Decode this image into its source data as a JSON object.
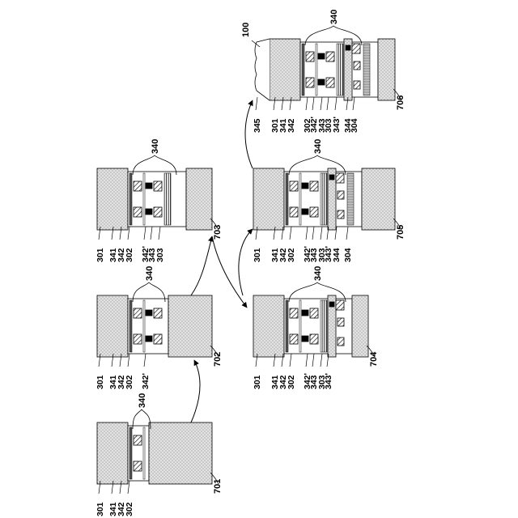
{
  "stages": [
    {
      "ref": "701",
      "layers": [
        "301",
        "341",
        "342",
        "302"
      ],
      "group_label": "340"
    },
    {
      "ref": "702",
      "layers": [
        "301",
        "341",
        "342",
        "302",
        "342'"
      ],
      "group_label": "340"
    },
    {
      "ref": "703",
      "layers": [
        "301",
        "341",
        "342",
        "302",
        "342'",
        "343",
        "303"
      ],
      "group_label": "340"
    },
    {
      "ref": "704",
      "layers": [
        "301",
        "341",
        "342",
        "302",
        "342'",
        "343",
        "303",
        "343'"
      ],
      "group_label": "340"
    },
    {
      "ref": "705",
      "layers": [
        "301",
        "341",
        "342",
        "302",
        "342'",
        "343",
        "303",
        "343'",
        "344",
        "304"
      ],
      "group_label": "340"
    },
    {
      "ref": "706",
      "device_label": "100",
      "layers": [
        "345",
        "301",
        "341",
        "342",
        "302",
        "342'",
        "343",
        "303",
        "343'",
        "344",
        "304"
      ],
      "group_label": "340"
    }
  ]
}
